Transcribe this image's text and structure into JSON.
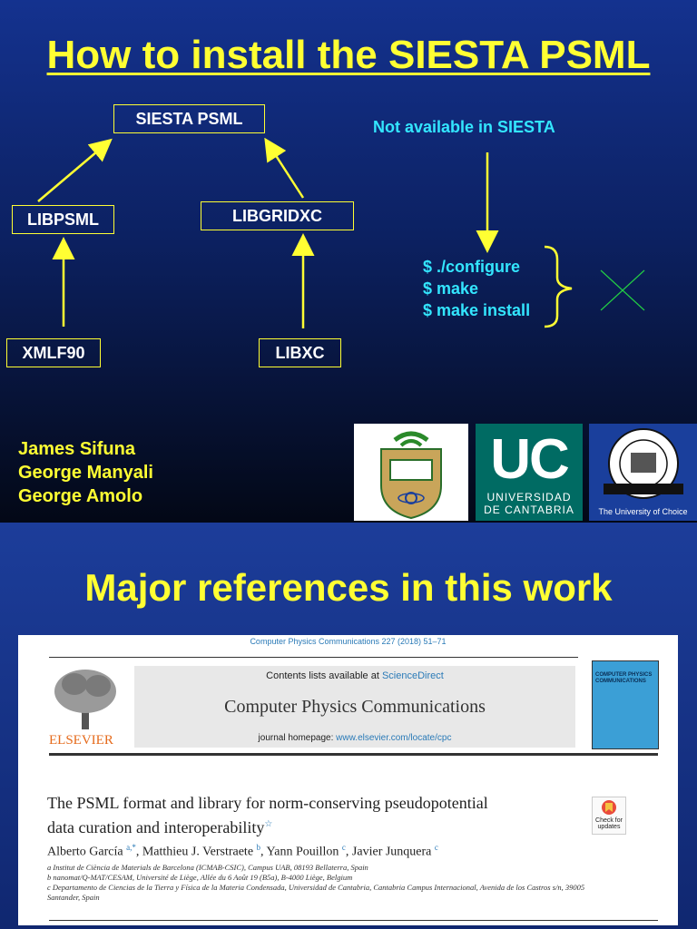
{
  "slide1": {
    "title": "How to install the SIESTA PSML",
    "nodes": {
      "siesta_psml": "SIESTA  PSML",
      "libpsml": "LIBPSML",
      "libgridxc": "LIBGRIDXC",
      "xmlf90": "XMLF90",
      "libxc": "LIBXC"
    },
    "note": "Not available in SIESTA",
    "commands": [
      "$ ./configure",
      "$ make",
      "$ make install"
    ],
    "authors": [
      "James Sifuna",
      "George Manyali",
      "George Amolo"
    ],
    "logos": {
      "uc_big": "UC",
      "uc_line1": "UNIVERSIDAD",
      "uc_line2": "DE CANTABRIA",
      "mmu_caption": "The University of Choice"
    },
    "colors": {
      "accent": "#ffff33",
      "cyan": "#33e6ff",
      "cross": "#22cc44"
    }
  },
  "slide2": {
    "title": "Major references in this work",
    "paper": {
      "journal_ref": "Computer Physics Communications 227 (2018) 51–71",
      "contents_prefix": "Contents lists available at ",
      "contents_link": "ScienceDirect",
      "journal_name": "Computer Physics Communications",
      "homepage_prefix": "journal homepage: ",
      "homepage_link": "www.elsevier.com/locate/cpc",
      "publisher": "ELSEVIER",
      "cover_title": "COMPUTER PHYSICS COMMUNICATIONS",
      "badge": "Check for updates",
      "title_line1": "The PSML format and library for norm-conserving pseudopotential",
      "title_line2": "data curation and interoperability",
      "authors": [
        {
          "name": "Alberto García",
          "sup": "a,*"
        },
        {
          "name": "Matthieu J. Verstraete",
          "sup": "b"
        },
        {
          "name": "Yann Pouillon",
          "sup": "c"
        },
        {
          "name": "Javier Junquera",
          "sup": "c"
        }
      ],
      "affiliations": [
        "a Institut de Ciència de Materials de Barcelona (ICMAB-CSIC), Campus UAB, 08193 Bellaterra, Spain",
        "b nanomat/Q-MAT/CESAM, Université de Liège, Allée du 6 Août 19 (B5a), B-4000 Liège, Belgium",
        "c Departamento de Ciencias de la Tierra y Física de la Materia Condensada, Universidad de Cantabria, Cantabria Campus Internacional, Avenida de los Castros s/n, 39005 Santander, Spain"
      ]
    }
  }
}
